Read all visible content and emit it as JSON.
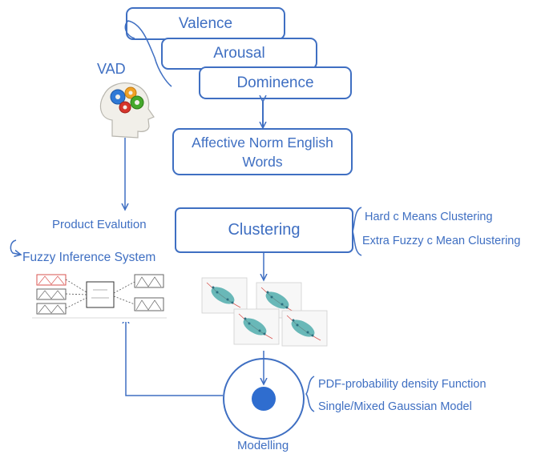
{
  "diagram": {
    "vad_label": "VAD",
    "valence": "Valence",
    "arousal": "Arousal",
    "dominence": "Dominence",
    "anew_line1": "Affective Norm English",
    "anew_line2": "Words",
    "product_evaluation": "Product Evalution",
    "fuzzy_inference": "Fuzzy Inference System",
    "clustering": "Clustering",
    "hard_c_means": "Hard c Means Clustering",
    "extra_fuzzy": "Extra Fuzzy c Mean Clustering",
    "pdf_label": "PDF-probability density Function",
    "gaussian_label": "Single/Mixed Gaussian Model",
    "modelling": "Modelling"
  },
  "colors": {
    "primary": "#3f6fc2",
    "node_fill": "#2f6dcf",
    "teal_scatter": "#3aa3a3",
    "red_fit": "#d9534f",
    "gear_blue": "#2f79d6",
    "gear_green": "#45a82c",
    "gear_red": "#d6342b",
    "gear_orange": "#f0a126"
  },
  "icons": [
    "brain-gears-icon",
    "fuzzy-system-thumbnail",
    "scatter-plot-thumbnail"
  ]
}
